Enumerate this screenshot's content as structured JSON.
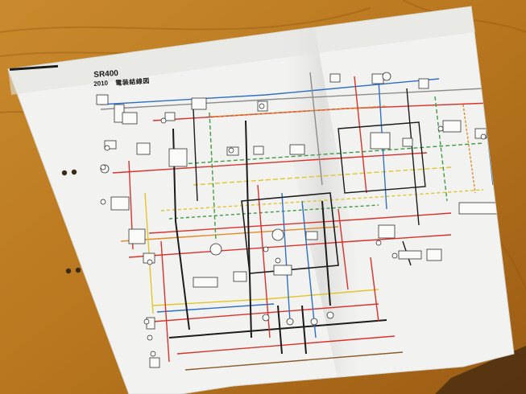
{
  "photo": {
    "subject": "printed wiring diagram on a wooden table",
    "colors": {
      "table": "#b8761e",
      "table_dark": "#8a5212",
      "paper": "#f2f2f0",
      "paper_shadow": "#d6d6d4",
      "wire_red": "#d8322c",
      "wire_black": "#1c1c1c",
      "wire_green": "#3f9a45",
      "wire_blue": "#2f6fc4",
      "wire_yellow": "#e2c52a",
      "wire_brown": "#8a5a2a",
      "wire_orange": "#e08a2a",
      "wire_gray": "#8c8c8c"
    }
  },
  "diagram": {
    "model": "SR400",
    "year": "2010",
    "title_jp": "電装結線図"
  }
}
